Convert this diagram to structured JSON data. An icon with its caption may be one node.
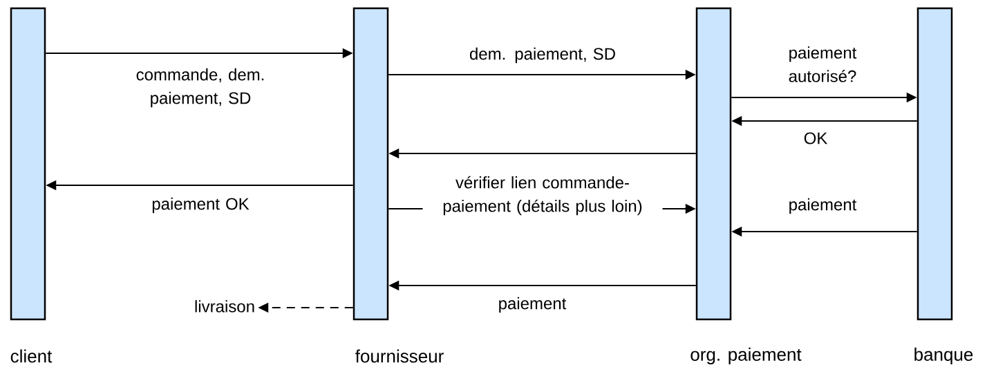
{
  "diagram": {
    "nodes": [
      {
        "text": [
          "client"
        ]
      },
      {
        "text": [
          "fournisseur"
        ]
      },
      {
        "text": [
          "org. paiement"
        ]
      },
      {
        "text": [
          "banque"
        ]
      },
      {
        "text": [
          "livraison"
        ]
      }
    ],
    "edges": [
      {
        "from": 0,
        "to": 1,
        "arrow": "to",
        "label": "commande, dem. paiement, SD"
      },
      {
        "from": 1,
        "to": 2,
        "arrow": "to",
        "label": "dem. paiement, SD"
      },
      {
        "from": 2,
        "to": 3,
        "arrow": "to",
        "label": "paiement autorisé?"
      },
      {
        "from": 3,
        "to": 2,
        "arrow": "to",
        "label": "OK"
      },
      {
        "from": 2,
        "to": 1,
        "arrow": "to"
      },
      {
        "from": 1,
        "to": 0,
        "arrow": "to",
        "label": "paiement OK"
      },
      {
        "from": 1,
        "to": 2,
        "arrow": "to",
        "label": "vérifier lien commande-paiement (détails plus loin)"
      },
      {
        "from": 3,
        "to": 2,
        "arrow": "to",
        "label": "paiement"
      },
      {
        "from": 2,
        "to": 1,
        "arrow": "to",
        "label": "paiement"
      },
      {
        "from": 1,
        "to": 4,
        "arrow": "to",
        "style": "dashed"
      }
    ]
  }
}
